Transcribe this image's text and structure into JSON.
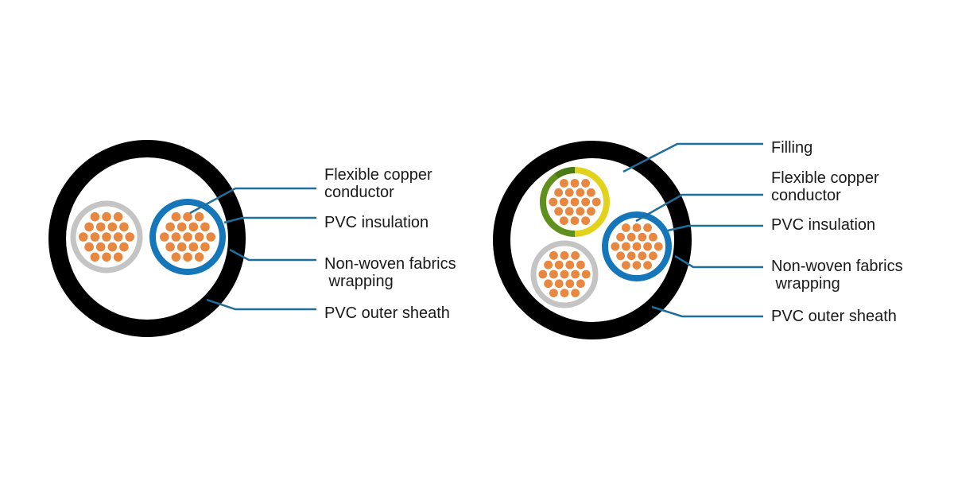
{
  "colors": {
    "sheath": "#000000",
    "background": "#ffffff",
    "copper": "#e8873f",
    "blue_insulation": "#1577b9",
    "grey_insulation": "#c4c4c4",
    "earth_yellow": "#e2d21c",
    "earth_green": "#5f8f1e",
    "leader_line": "#1f6e9c",
    "text": "#1a1a1a"
  },
  "cables": [
    {
      "name": "two-core-cable",
      "labels": [
        {
          "lines": [
            "Flexible copper",
            "conductor"
          ]
        },
        {
          "lines": [
            "PVC insulation"
          ]
        },
        {
          "lines": [
            "Non-woven fabrics",
            " wrapping"
          ]
        },
        {
          "lines": [
            "PVC outer sheath"
          ]
        }
      ]
    },
    {
      "name": "three-core-cable",
      "labels": [
        {
          "lines": [
            "Filling"
          ]
        },
        {
          "lines": [
            "Flexible copper",
            "conductor"
          ]
        },
        {
          "lines": [
            "PVC insulation"
          ]
        },
        {
          "lines": [
            "Non-woven fabrics",
            " wrapping"
          ]
        },
        {
          "lines": [
            "PVC outer sheath"
          ]
        }
      ]
    }
  ]
}
